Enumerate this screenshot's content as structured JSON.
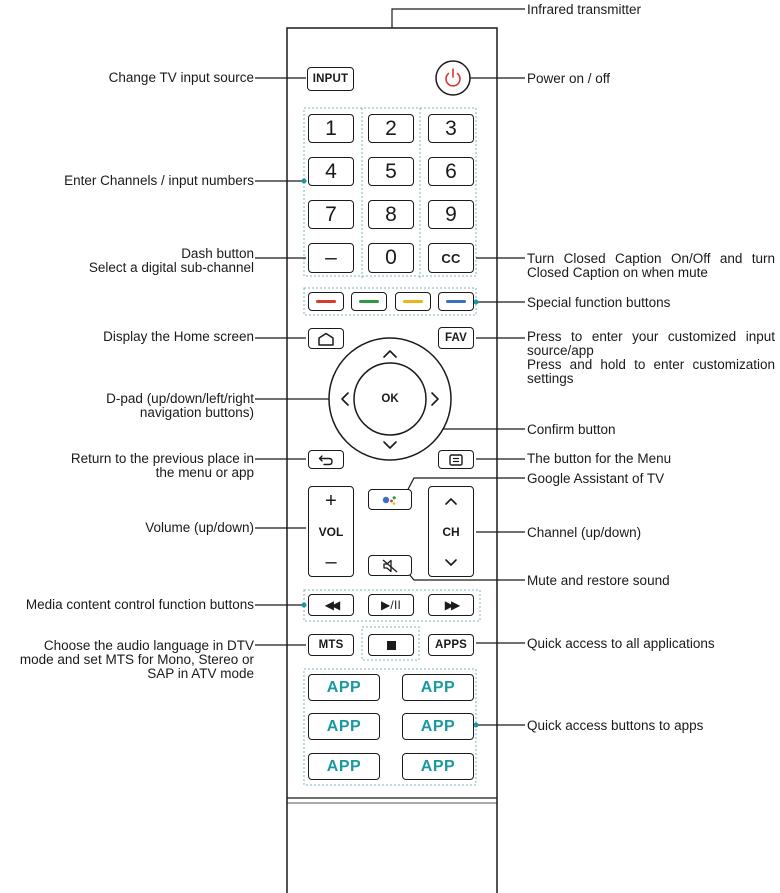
{
  "callouts": {
    "infrared": "Infrared transmitter",
    "input_source": "Change TV input source",
    "power": "Power on / off",
    "numbers": "Enter Channels / input numbers",
    "dash_line1": "Dash button",
    "dash_line2": "Select a digital sub-channel",
    "cc": "Turn Closed Caption On/Off and turn Closed Caption on when mute",
    "special": "Special function buttons",
    "home": "Display the Home screen",
    "fav_line1": "Press to enter your customized input source/app",
    "fav_line2": "Press and hold to enter customization settings",
    "dpad_line1": "D-pad (up/down/left/right",
    "dpad_line2": "navigation buttons)",
    "confirm": "Confirm button",
    "return_line1": "Return to the previous place in",
    "return_line2": "the menu or app",
    "menu": "The button for the Menu",
    "google": "Google Assistant of TV",
    "volume": "Volume (up/down)",
    "channel": "Channel (up/down)",
    "mute": "Mute and restore sound",
    "media": "Media content control function buttons",
    "audio_line1": "Choose the audio language in DTV",
    "audio_line2": "mode and set MTS for Mono, Stereo or",
    "audio_line3": "SAP in ATV mode",
    "apps_quick": "Quick access to all applications",
    "app_buttons": "Quick access buttons to apps"
  },
  "buttons": {
    "input": "INPUT",
    "numbers": [
      "1",
      "2",
      "3",
      "4",
      "5",
      "6",
      "7",
      "8",
      "9"
    ],
    "dash": "–",
    "zero": "0",
    "cc": "CC",
    "fav": "FAV",
    "ok": "OK",
    "vol": "VOL",
    "vol_plus": "+",
    "vol_minus": "–",
    "ch": "CH",
    "play_pause": "▶/II",
    "mts": "MTS",
    "apps": "APPS",
    "app": "APP"
  },
  "colors": {
    "red": "#d63b2f",
    "green": "#2e9a45",
    "yellow": "#e9b41c",
    "blue": "#3c6fc0",
    "teal": "#1a9aa0",
    "power": "#d63b2f",
    "leader_dot": "#1a9aa0"
  }
}
